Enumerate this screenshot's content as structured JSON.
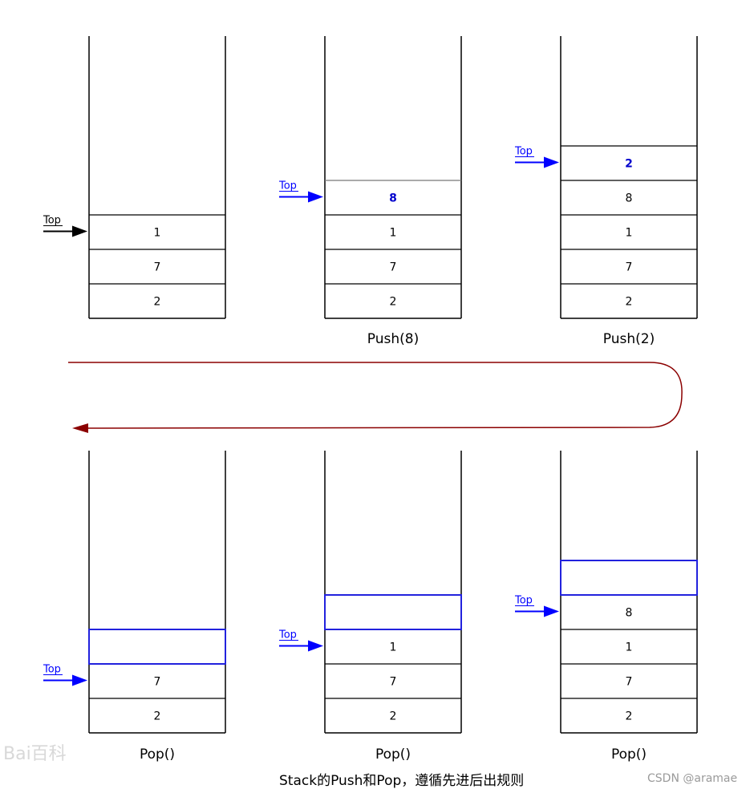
{
  "stacks": [
    {
      "cells": [
        "1",
        "7",
        "2"
      ],
      "highlight": null,
      "empty_outlined": false,
      "top_color": "#000000",
      "caption": ""
    },
    {
      "cells": [
        "8",
        "1",
        "7",
        "2"
      ],
      "highlight": 0,
      "empty_outlined": false,
      "top_color": "#0000ff",
      "caption": "Push(8)"
    },
    {
      "cells": [
        "2",
        "8",
        "1",
        "7",
        "2"
      ],
      "highlight": 0,
      "empty_outlined": false,
      "top_color": "#0000ff",
      "caption": "Push(2)"
    },
    {
      "cells": [
        "7",
        "2"
      ],
      "highlight": null,
      "empty_outlined": true,
      "top_color": "#0000ff",
      "caption": "Pop()"
    },
    {
      "cells": [
        "1",
        "7",
        "2"
      ],
      "highlight": null,
      "empty_outlined": true,
      "top_color": "#0000ff",
      "caption": "Pop()"
    },
    {
      "cells": [
        "8",
        "1",
        "7",
        "2"
      ],
      "highlight": null,
      "empty_outlined": true,
      "top_color": "#0000ff",
      "caption": "Pop()"
    }
  ],
  "top_label": "Top",
  "footer_caption": "Stack的Push和Pop，遵循先进后出规则",
  "watermark_baidu": "Bai百科",
  "watermark_csdn": "CSDN @aramae",
  "colors": {
    "outline": "#000000",
    "highlight_box": "#2222dd",
    "arrow_blue": "#0000ff",
    "flow_arrow": "#8b0000"
  }
}
